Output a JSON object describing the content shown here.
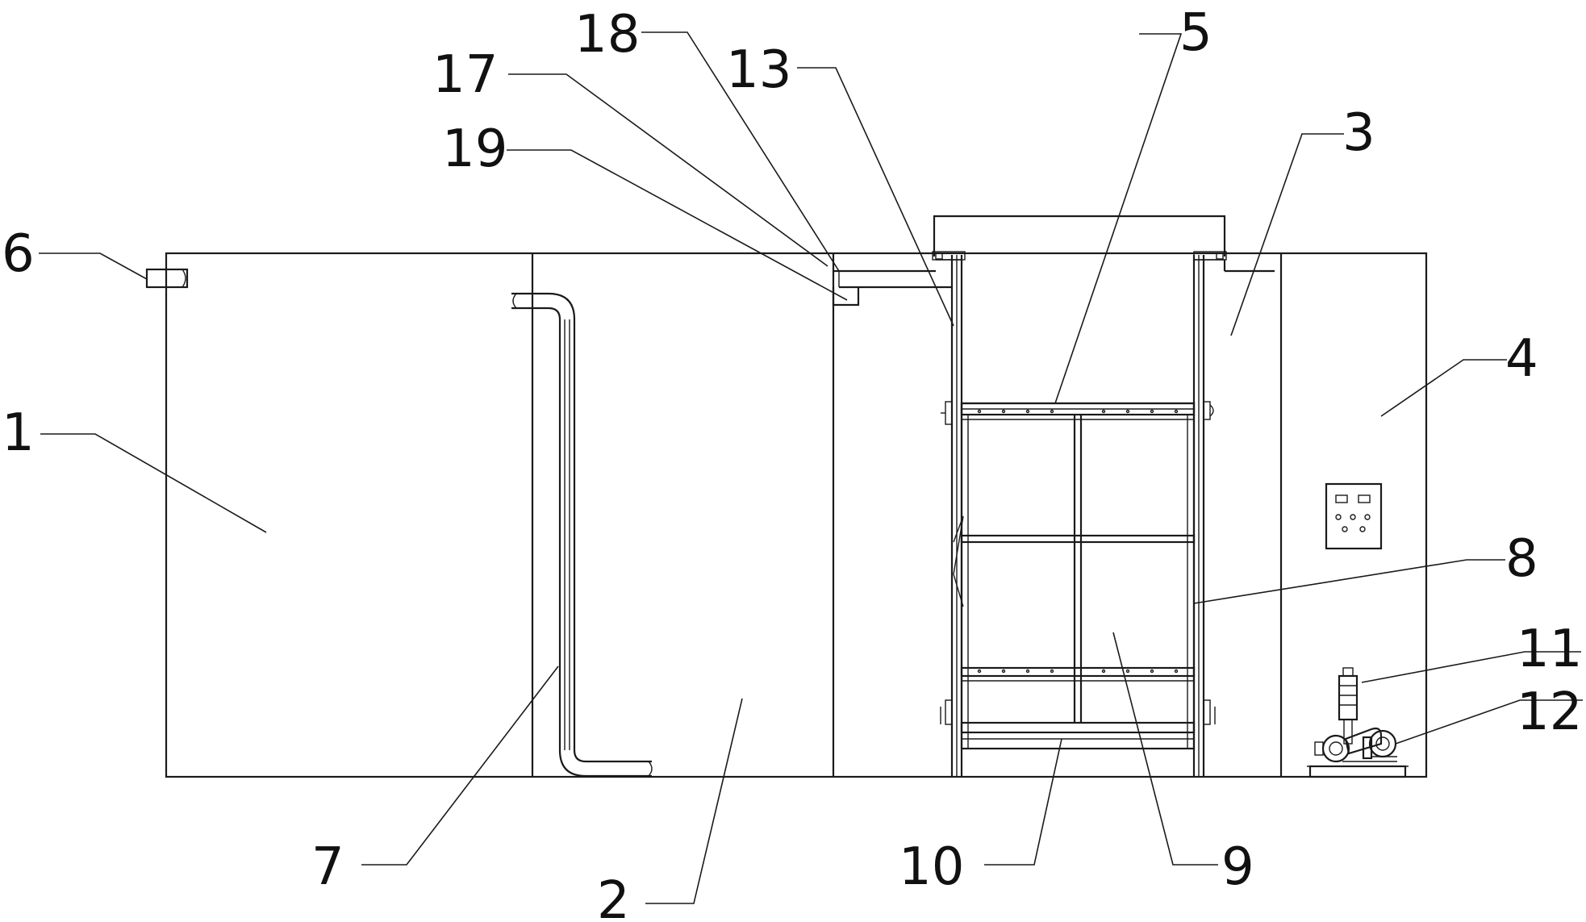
{
  "labels": {
    "l1": "1",
    "l2": "2",
    "l3": "3",
    "l4": "4",
    "l5": "5",
    "l6": "6",
    "l7": "7",
    "l8": "8",
    "l9": "9",
    "l10": "10",
    "l11": "11",
    "l12": "12",
    "l13": "13",
    "l17": "17",
    "l18": "18",
    "l19": "19"
  }
}
